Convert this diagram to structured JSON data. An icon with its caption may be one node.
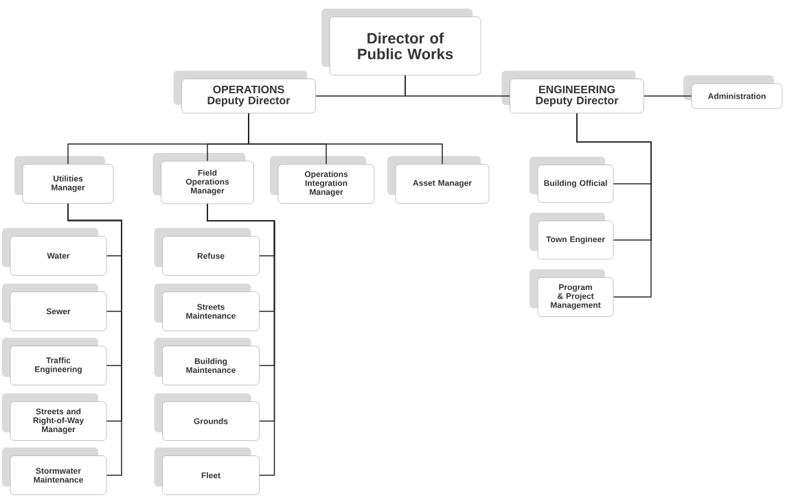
{
  "diagram": {
    "nodes": [
      {
        "text": [
          "Director of Public Works"
        ]
      },
      {
        "text": [
          "OPERATIONS",
          "Deputy Director"
        ]
      },
      {
        "text": [
          "ENGINEERING",
          "Deputy Director"
        ]
      },
      {
        "text": [
          "Administration"
        ]
      },
      {
        "text": [
          "Utilities Manager"
        ]
      },
      {
        "text": [
          "Field Operations Manager"
        ]
      },
      {
        "text": [
          "Operations Integration Manager"
        ]
      },
      {
        "text": [
          "Asset Manager"
        ]
      },
      {
        "text": [
          "Building Official"
        ]
      },
      {
        "text": [
          "Town Engineer"
        ]
      },
      {
        "text": [
          "Program & Project Management"
        ]
      },
      {
        "text": [
          "Water"
        ]
      },
      {
        "text": [
          "Sewer"
        ]
      },
      {
        "text": [
          "Traffic Engineering"
        ]
      },
      {
        "text": [
          "Streets and Right-of-Way Manager"
        ]
      },
      {
        "text": [
          "Stormwater Maintenance"
        ]
      },
      {
        "text": [
          "Refuse"
        ]
      },
      {
        "text": [
          "Streets Maintenance"
        ]
      },
      {
        "text": [
          "Building Maintenance"
        ]
      },
      {
        "text": [
          "Grounds"
        ]
      },
      {
        "text": [
          "Fleet"
        ]
      }
    ],
    "edges": [
      {
        "from": 0,
        "to": 1,
        "arrow": "none"
      },
      {
        "from": 0,
        "to": 2,
        "arrow": "none"
      },
      {
        "from": 2,
        "to": 3,
        "arrow": "none"
      },
      {
        "from": 1,
        "to": 4,
        "arrow": "none"
      },
      {
        "from": 1,
        "to": 5,
        "arrow": "none"
      },
      {
        "from": 1,
        "to": 6,
        "arrow": "none"
      },
      {
        "from": 1,
        "to": 7,
        "arrow": "none"
      },
      {
        "from": 2,
        "to": 8,
        "arrow": "none"
      },
      {
        "from": 2,
        "to": 9,
        "arrow": "none"
      },
      {
        "from": 2,
        "to": 10,
        "arrow": "none"
      },
      {
        "from": 4,
        "to": 11,
        "arrow": "none"
      },
      {
        "from": 4,
        "to": 12,
        "arrow": "none"
      },
      {
        "from": 4,
        "to": 13,
        "arrow": "none"
      },
      {
        "from": 4,
        "to": 14,
        "arrow": "none"
      },
      {
        "from": 4,
        "to": 15,
        "arrow": "none"
      },
      {
        "from": 5,
        "to": 16,
        "arrow": "none"
      },
      {
        "from": 5,
        "to": 17,
        "arrow": "none"
      },
      {
        "from": 5,
        "to": 18,
        "arrow": "none"
      },
      {
        "from": 5,
        "to": 19,
        "arrow": "none"
      },
      {
        "from": 5,
        "to": 20,
        "arrow": "none"
      }
    ]
  }
}
